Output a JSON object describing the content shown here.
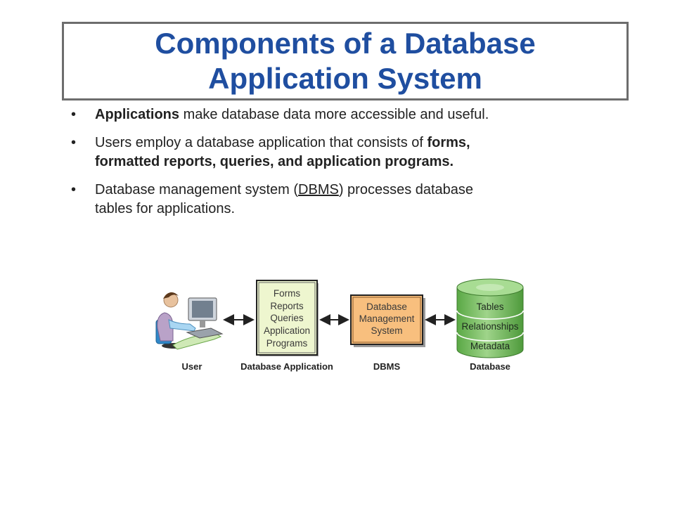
{
  "title": {
    "line1": "Components of a Database",
    "line2": "Application System"
  },
  "bullets": [
    {
      "bold": "Applications",
      "text": " make database data more accessible and useful."
    },
    {
      "text": "Users employ a database application that consists of ",
      "bold_line1": "forms,",
      "bold_line2": "formatted reports, queries, and application programs."
    },
    {
      "text_before": "Database management system (",
      "underlined": "DBMS",
      "text_after_line1": ")  processes database",
      "text_line2": "tables for applications."
    }
  ],
  "diagram": {
    "app_box_items": [
      "Forms",
      "Reports",
      "Queries",
      "Application",
      "Programs"
    ],
    "dbms_box_items": [
      "Database",
      "Management",
      "System"
    ],
    "database_items": [
      "Tables",
      "Relationships",
      "Metadata"
    ],
    "captions": {
      "user": "User",
      "application": "Database Application",
      "dbms": "DBMS",
      "database": "Database"
    },
    "colors": {
      "app_box_fill": "#eef6cf",
      "dbms_box_fill": "#f8bf7e",
      "database_fill": "#7dc163",
      "title_color": "#1f4ea0"
    }
  }
}
